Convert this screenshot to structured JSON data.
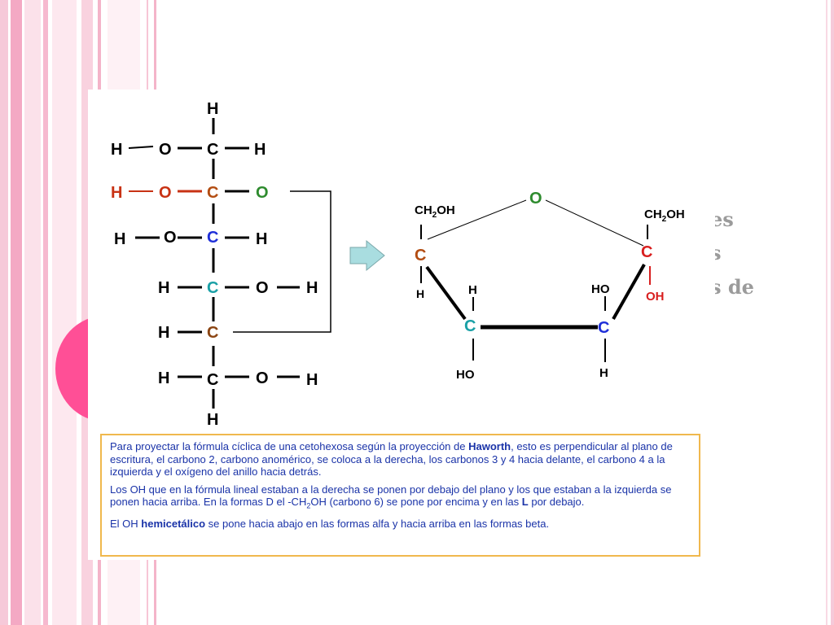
{
  "slide": {
    "background_text": [
      "es",
      "s",
      "s de"
    ],
    "colors": {
      "accent_circle": "#ff4f96",
      "text_blue": "#1a33a8",
      "box_border": "#f0b84d",
      "arrow_fill": "#a9dde0"
    }
  },
  "linear_formula": {
    "rows": [
      {
        "left_h": "",
        "left_o": "",
        "carbon": "",
        "right": "",
        "top_h": "H"
      },
      {
        "left_h": "H",
        "left_o": "O",
        "carbon": "C",
        "right": "H"
      },
      {
        "left_h": "H",
        "left_o": "O",
        "carbon": "C",
        "right": "O"
      },
      {
        "left_h": "H",
        "left_o": "O",
        "carbon": "C",
        "right": "H"
      },
      {
        "left_h": "H",
        "left_o": "",
        "carbon": "C",
        "right": "O",
        "right_h": "H"
      },
      {
        "left_h": "H",
        "left_o": "",
        "carbon": "C",
        "right": ""
      },
      {
        "left_h": "H",
        "left_o": "",
        "carbon": "C",
        "right": "O",
        "right_h": "H"
      },
      {
        "bottom_h": "H"
      }
    ]
  },
  "haworth": {
    "ring_oxygen": "O",
    "left_top_group": "CH2OH",
    "right_top_group": "CH2OH",
    "c2_label": "C",
    "c5_label": "C",
    "c3_label": "C",
    "c4_label": "C",
    "c2_bottom": "H",
    "c5_oh": "OH",
    "c3_top": "H",
    "c3_bottom": "HO",
    "c4_top": "HO",
    "c4_bottom": "H"
  },
  "explanation": {
    "p1_a": "Para proyectar la fórmula cíclica de una cetohexosa según la proyección de ",
    "p1_bold": "Haworth",
    "p1_b": ", esto es perpendicular al plano de escritura,  el carbono 2, carbono anomérico, se coloca a la derecha, los carbonos 3 y 4 hacia delante, el carbono 4 a la izquierda y el oxígeno del anillo hacia detrás.",
    "p2_a": " Los OH que en la fórmula lineal estaban a la derecha se ponen por debajo del plano y los que estaban a la izquierda se ponen hacia arriba. En la formas D el -CH",
    "p2_sub": "2",
    "p2_b": "OH (carbono 6) se pone por encima y en las ",
    "p2_bold": "L",
    "p2_c": " por debajo.",
    "p3_a": "El OH ",
    "p3_bold": "hemicetálico",
    "p3_b": " se pone hacia abajo en las formas alfa y hacia arriba en las formas beta."
  }
}
